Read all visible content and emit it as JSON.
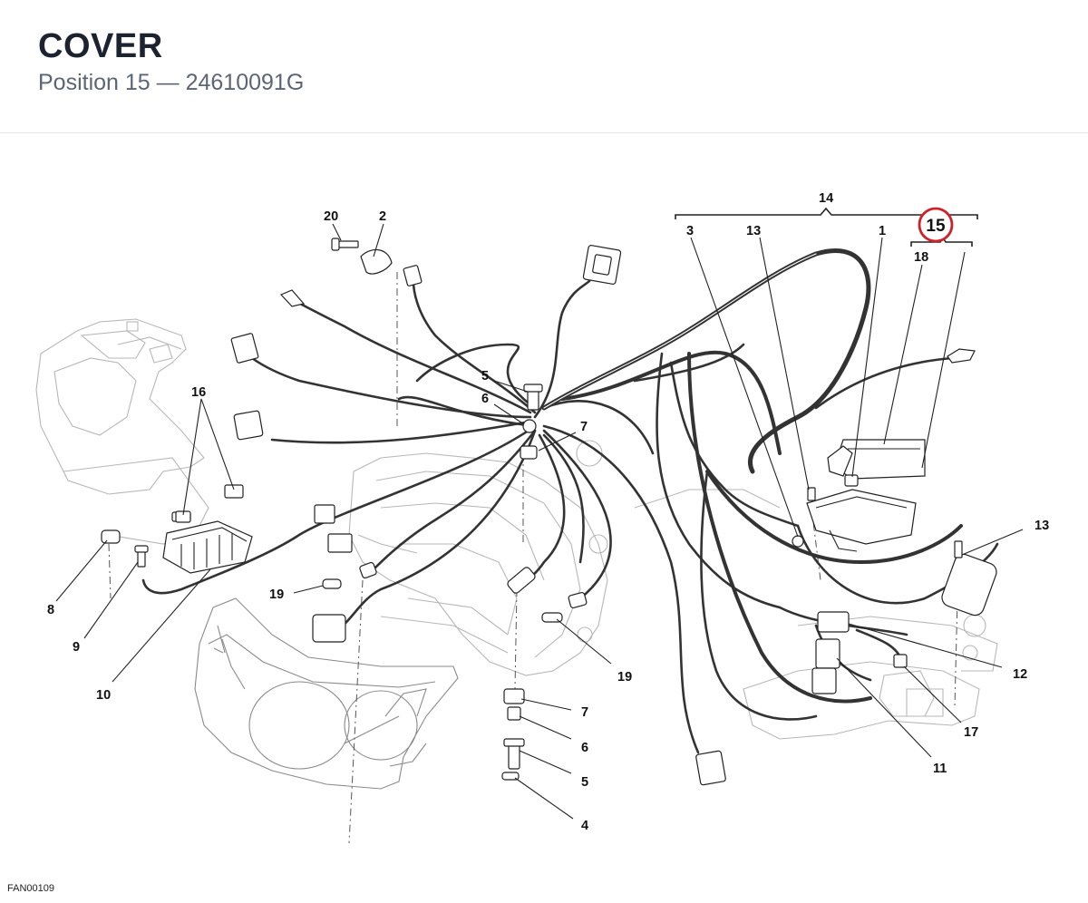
{
  "header": {
    "title": "COVER",
    "subtitle": "Position 15 — 24610091G"
  },
  "diagram": {
    "highlight_color": "#d0202a",
    "selected_position": "15",
    "callouts": {
      "c20": "20",
      "c2": "2",
      "c5a": "5",
      "c6a": "6",
      "c7a": "7",
      "c16": "16",
      "c8": "8",
      "c9": "9",
      "c10": "10",
      "c19a": "19",
      "c19b": "19",
      "c7b": "7",
      "c6b": "6",
      "c5b": "5",
      "c4": "4",
      "c14": "14",
      "c3": "3",
      "c13a": "13",
      "c1": "1",
      "c15": "15",
      "c18": "18",
      "c13b": "13",
      "c12": "12",
      "c17": "17",
      "c11": "11"
    },
    "figure_code": "FAN00109"
  }
}
